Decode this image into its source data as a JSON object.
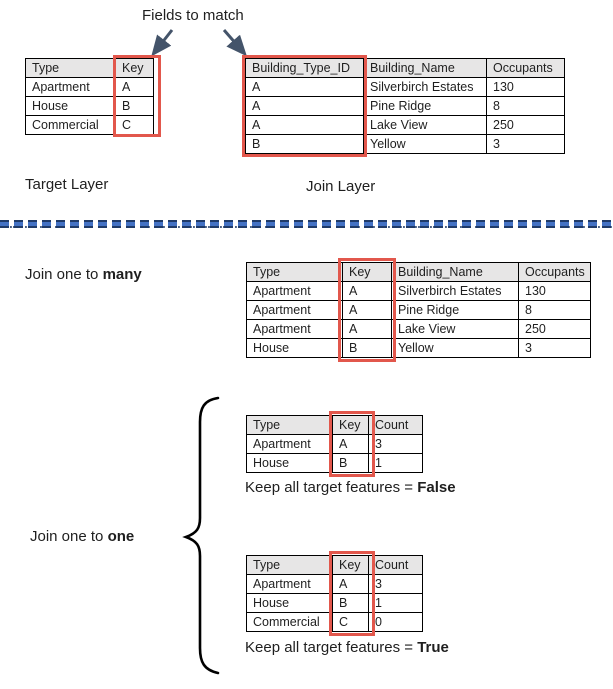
{
  "title": "Fields to match",
  "labels": {
    "target_layer": "Target Layer",
    "join_layer": "Join Layer",
    "join_many_prefix": "Join one to ",
    "join_many_bold": "many",
    "join_one_prefix": "Join one to ",
    "join_one_bold": "one",
    "caption_false_prefix": "Keep all target features = ",
    "caption_false_bold": "False",
    "caption_true_prefix": "Keep all target features = ",
    "caption_true_bold": "True"
  },
  "colors": {
    "highlight_red": "#e2574c",
    "arrow": "#44546a",
    "divider_blue": "#4472c4",
    "divider_navy": "#1f3a68",
    "header_bg": "#e7e6e6"
  },
  "tables": {
    "target": {
      "headers": [
        "Type",
        "Key"
      ],
      "rows": [
        [
          "Apartment",
          "A"
        ],
        [
          "House",
          "B"
        ],
        [
          "Commercial",
          "C"
        ]
      ]
    },
    "join": {
      "headers": [
        "Building_Type_ID",
        "Building_Name",
        "Occupants"
      ],
      "rows": [
        [
          "A",
          "Silverbirch Estates",
          "130"
        ],
        [
          "A",
          "Pine Ridge",
          "8"
        ],
        [
          "A",
          "Lake View",
          "250"
        ],
        [
          "B",
          "Yellow",
          "3"
        ]
      ]
    },
    "one_to_many": {
      "headers": [
        "Type",
        "Key",
        "Building_Name",
        "Occupants"
      ],
      "rows": [
        [
          "Apartment",
          "A",
          "Silverbirch Estates",
          "130"
        ],
        [
          "Apartment",
          "A",
          "Pine Ridge",
          "8"
        ],
        [
          "Apartment",
          "A",
          "Lake View",
          "250"
        ],
        [
          "House",
          "B",
          "Yellow",
          "3"
        ]
      ]
    },
    "one_to_one_false": {
      "headers": [
        "Type",
        "Key",
        "Count"
      ],
      "rows": [
        [
          "Apartment",
          "A",
          "3"
        ],
        [
          "House",
          "B",
          "1"
        ]
      ]
    },
    "one_to_one_true": {
      "headers": [
        "Type",
        "Key",
        "Count"
      ],
      "rows": [
        [
          "Apartment",
          "A",
          "3"
        ],
        [
          "House",
          "B",
          "1"
        ],
        [
          "Commercial",
          "C",
          "0"
        ]
      ]
    }
  }
}
